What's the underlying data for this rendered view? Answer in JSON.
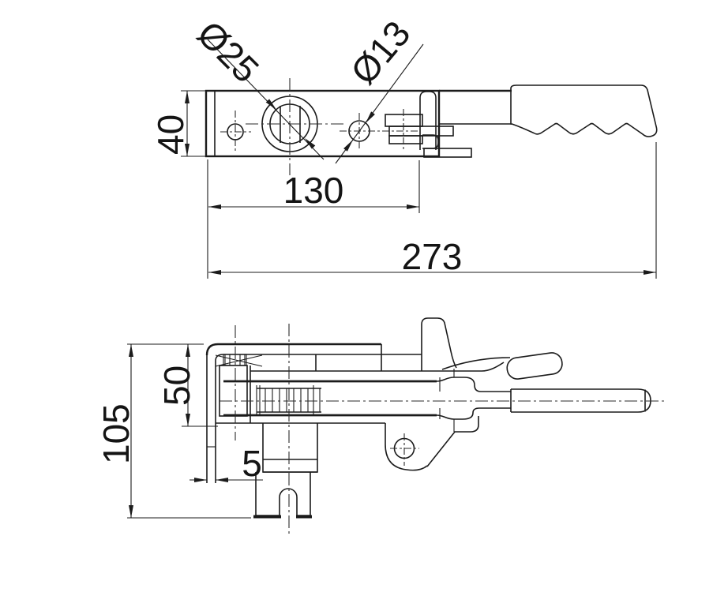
{
  "drawing": {
    "type": "engineering-two-view-drawing",
    "subject": "ratchet tensioner / lashing winch with handle",
    "colors": {
      "background": "#ffffff",
      "line": "#1b1b1b",
      "text": "#141414"
    },
    "views": {
      "top_view": "plan view with mounting plate, holes and grip handle",
      "side_view": "elevation with bracket, ratchet spool, pivot lug and handlebar"
    },
    "dimensions": {
      "hole_diameter_large": "Ø25",
      "hole_diameter_small": "Ø13",
      "plate_width": "40",
      "hole_spacing": "130",
      "overall_length": "273",
      "body_height": "50",
      "overall_height": "105",
      "plate_thickness": "5"
    }
  }
}
